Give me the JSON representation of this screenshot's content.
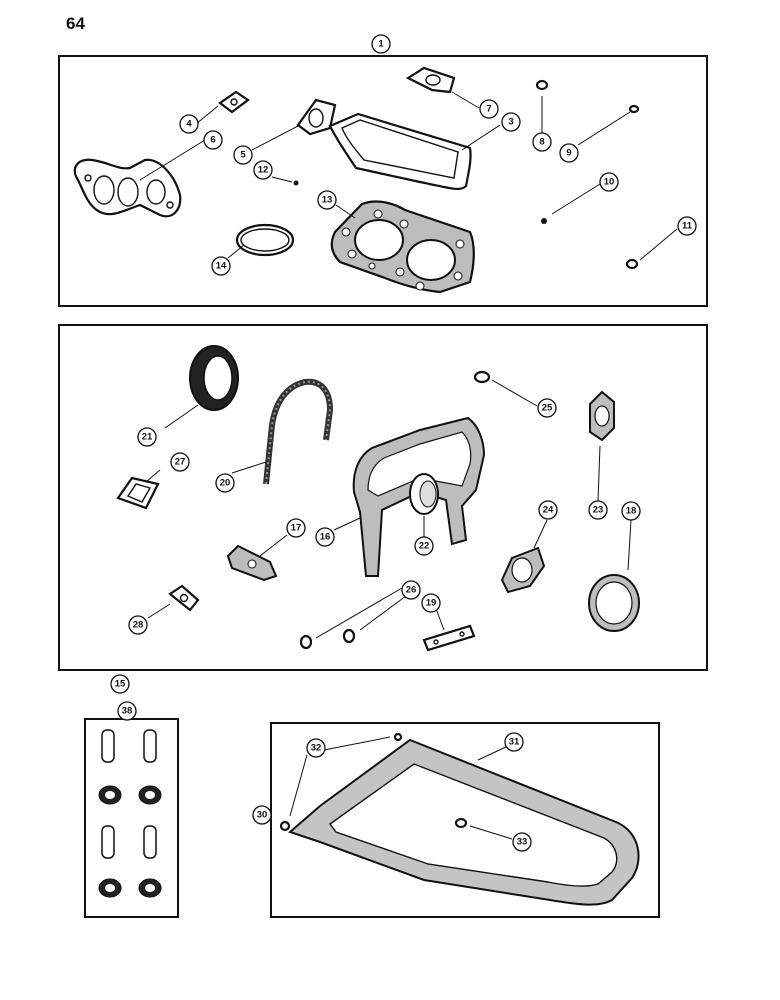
{
  "page": {
    "number": "64"
  },
  "callouts": {
    "c1": "1",
    "c3": "3",
    "c4": "4",
    "c5": "5",
    "c6": "6",
    "c7": "7",
    "c8": "8",
    "c9": "9",
    "c10": "10",
    "c11": "11",
    "c12": "12",
    "c13": "13",
    "c14": "14",
    "c15": "15",
    "c16": "16",
    "c17": "17",
    "c18": "18",
    "c19": "19",
    "c20": "20",
    "c21": "21",
    "c22": "22",
    "c23": "23",
    "c24": "24",
    "c25": "25",
    "c26": "26",
    "c27": "27",
    "c28": "28",
    "c30": "30",
    "c31": "31",
    "c32": "32",
    "c33": "33",
    "c38": "38"
  }
}
